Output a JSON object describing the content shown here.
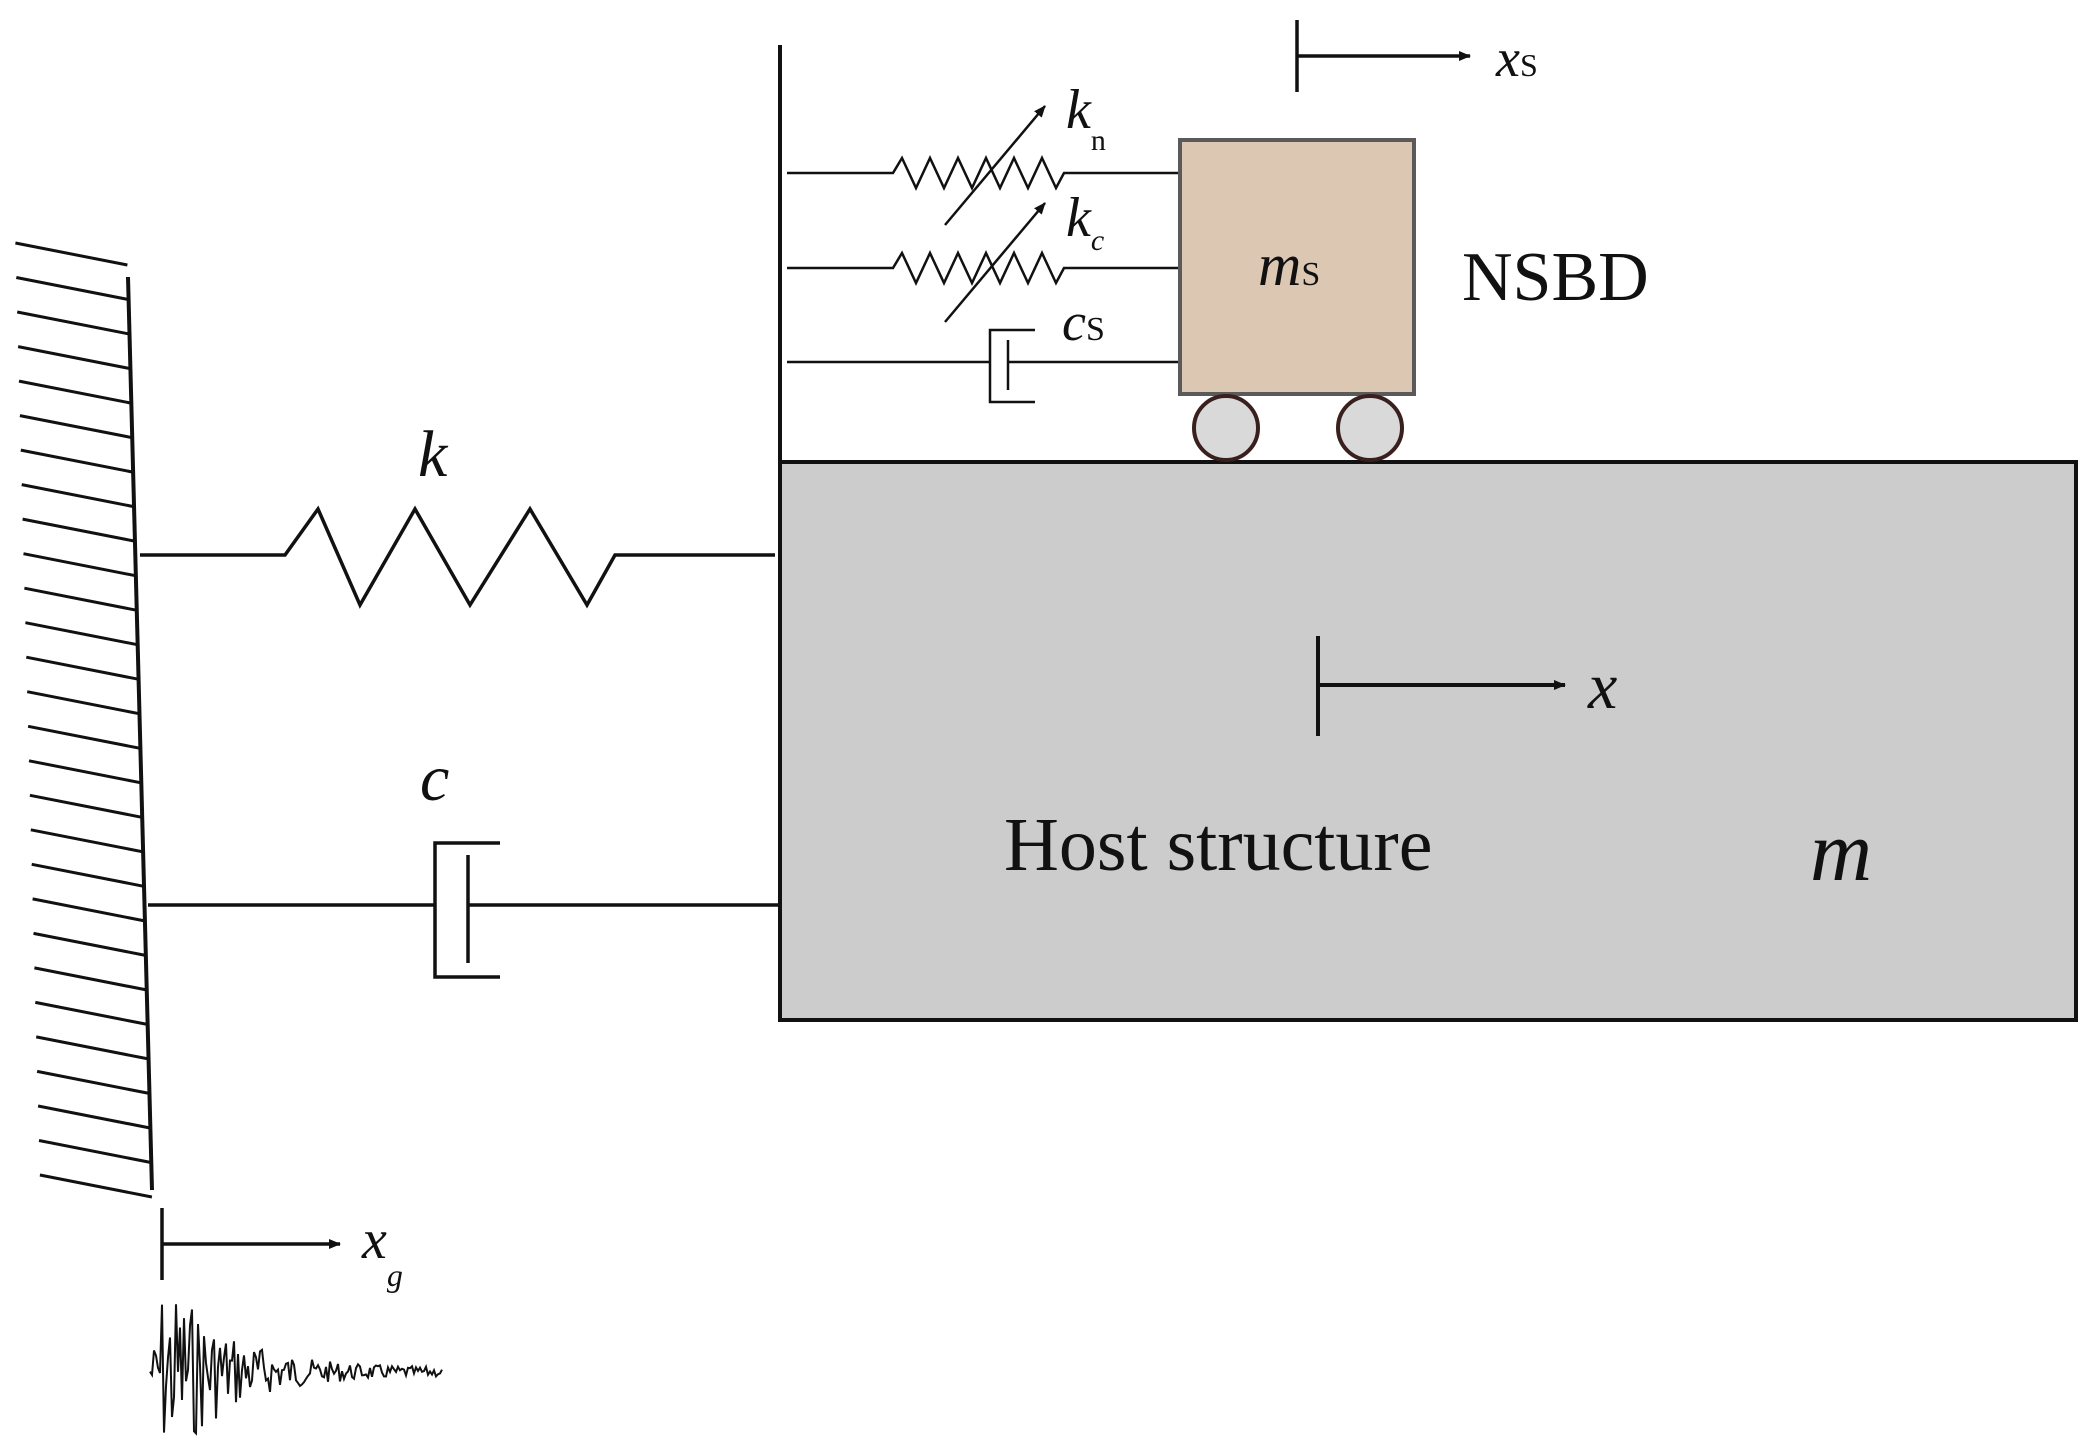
{
  "diagram": {
    "labels": {
      "k": "k",
      "c": "c",
      "kn_main": "k",
      "kn_sub": "n",
      "kc_main": "k",
      "kc_sub": "c",
      "cs_main": "c",
      "cs_sub": "S",
      "ms_main": "m",
      "ms_sub": "S",
      "nsbd": "NSBD",
      "xs_main": "x",
      "xs_sub": "S",
      "x": "x",
      "host": "Host structure",
      "m": "m",
      "xg_main": "x",
      "xg_sub": "g"
    },
    "colors": {
      "line": "#111111",
      "host_fill": "#cccccc",
      "damper_mass_fill": "#dcc7b3",
      "wheel_fill": "#d9d9d9",
      "wheel_stroke": "#3a1f1f"
    }
  }
}
